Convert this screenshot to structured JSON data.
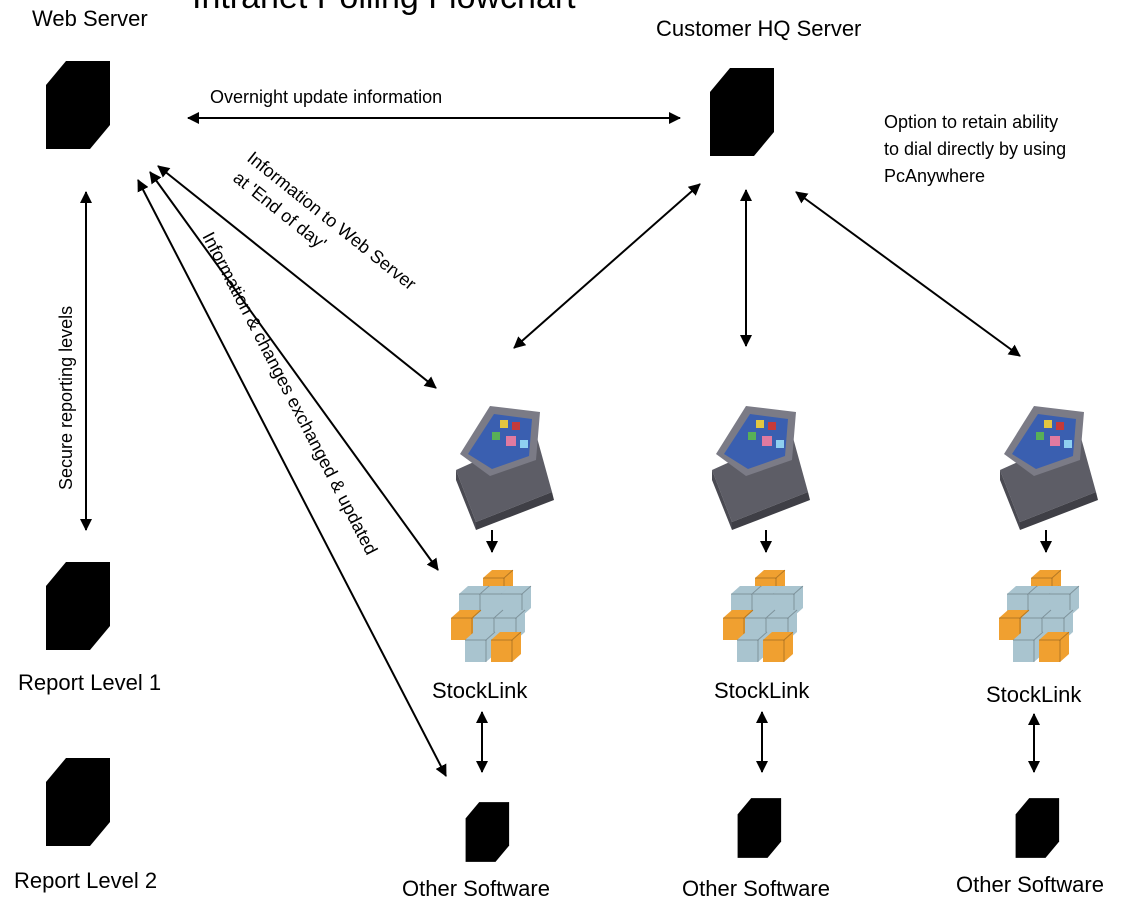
{
  "title": "Intranet Polling Flowchart",
  "nodes": {
    "web_server": "Web Server",
    "hq_server": "Customer HQ Server",
    "report_level_1": "Report Level 1",
    "report_level_2": "Report Level 2",
    "stocklink": [
      "StockLink",
      "StockLink",
      "StockLink"
    ],
    "other_software": [
      "Other Software",
      "Other Software",
      "Other Software"
    ]
  },
  "edges": {
    "overnight_update": "Overnight update information",
    "eod_line1": "Information to Web Server",
    "eod_line2": "at 'End of day'",
    "exchanged": "Information & changes exchanged & updated",
    "secure_reporting": "Secure reporting levels"
  },
  "notes": {
    "pcanywhere": [
      "Option to retain ability",
      "to dial directly by using",
      "PcAnywhere"
    ]
  },
  "colors": {
    "cube_blue": "#a9c4cf",
    "cube_orange": "#f0a030",
    "terminal_grey": "#6f6f78",
    "screen_blue": "#3a5fb0"
  }
}
